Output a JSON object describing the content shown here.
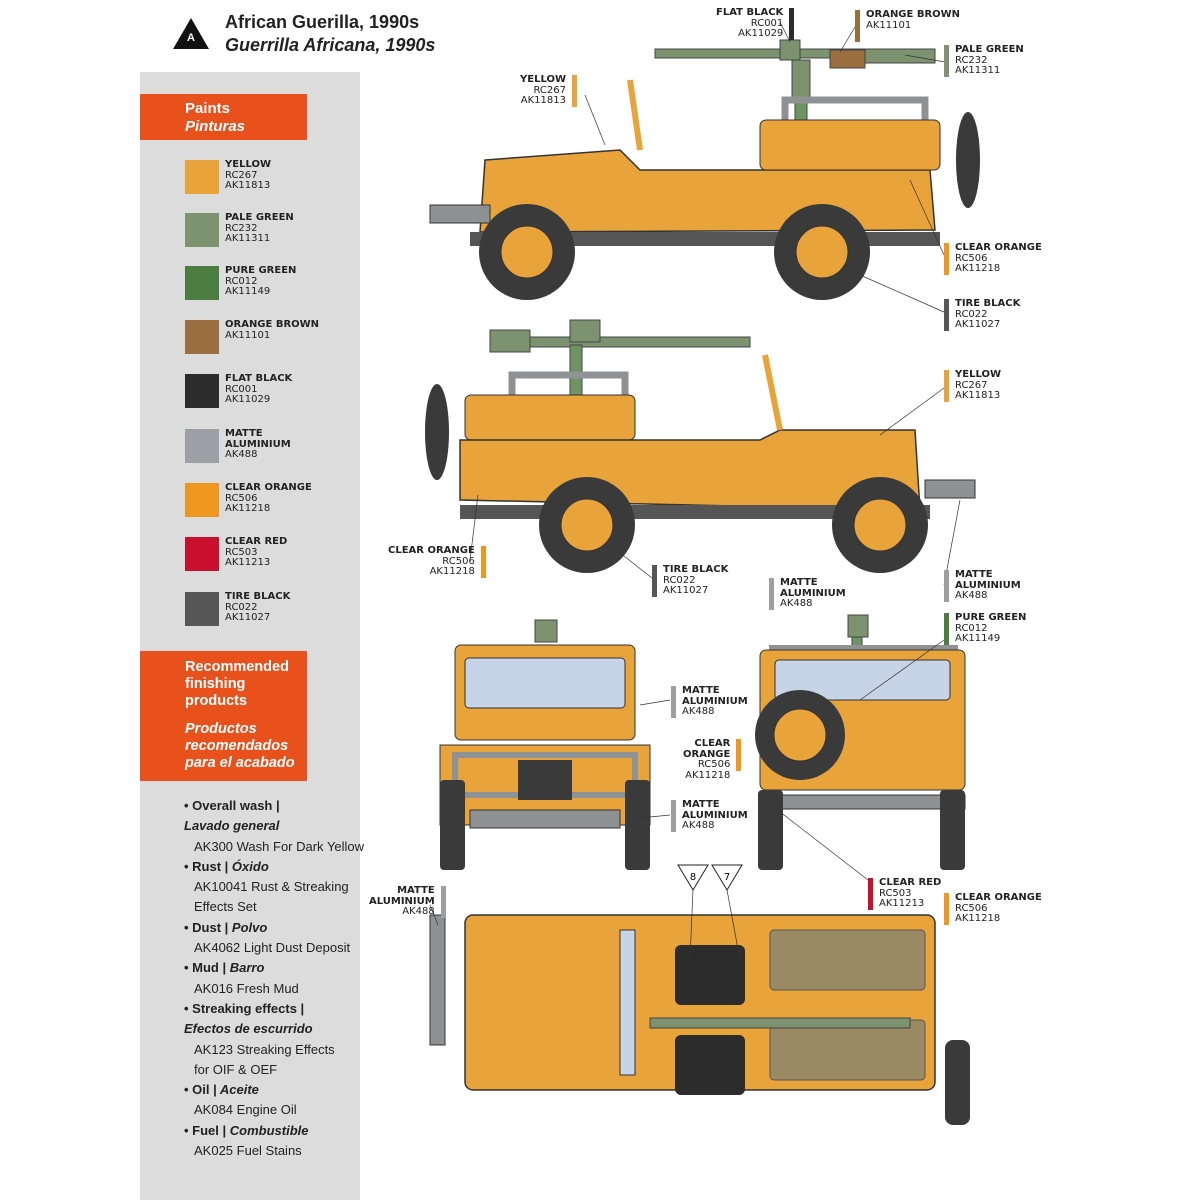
{
  "header": {
    "marker_letter": "A",
    "title": "African Guerilla, 1990s",
    "subtitle": "Guerrilla Africana, 1990s"
  },
  "paints": {
    "heading_en": "Paints",
    "heading_es": "Pinturas",
    "items": [
      {
        "name": "YELLOW",
        "codes": [
          "RC267",
          "AK11813"
        ],
        "color": "#e8a33a"
      },
      {
        "name": "PALE GREEN",
        "codes": [
          "RC232",
          "AK11311"
        ],
        "color": "#7d9370"
      },
      {
        "name": "PURE GREEN",
        "codes": [
          "RC012",
          "AK11149"
        ],
        "color": "#4a7d3f"
      },
      {
        "name": "ORANGE BROWN",
        "codes": [
          "AK11101"
        ],
        "color": "#9a6e3e"
      },
      {
        "name": "FLAT BLACK",
        "codes": [
          "RC001",
          "AK11029"
        ],
        "color": "#2c2c2c"
      },
      {
        "name": "MATTE ALUMINIUM",
        "codes": [
          "AK488"
        ],
        "color": "#9c9fa3"
      },
      {
        "name": "CLEAR ORANGE",
        "codes": [
          "RC506",
          "AK11218"
        ],
        "color": "#ee961d"
      },
      {
        "name": "CLEAR RED",
        "codes": [
          "RC503",
          "AK11213"
        ],
        "color": "#c8102e"
      },
      {
        "name": "TIRE BLACK",
        "codes": [
          "RC022",
          "AK11027"
        ],
        "color": "#565656"
      }
    ]
  },
  "finishing": {
    "heading_en": "Recommended finishing products",
    "heading_es": "Productos recomendados para el acabado",
    "items": [
      {
        "en": "Overall wash",
        "es": "Lavado general",
        "products": [
          "AK300 Wash For Dark Yellow"
        ]
      },
      {
        "en": "Rust",
        "es": "Óxido",
        "products": [
          "AK10041 Rust & Streaking",
          "Effects Set"
        ]
      },
      {
        "en": "Dust",
        "es": "Polvo",
        "products": [
          "AK4062 Light Dust Deposit"
        ]
      },
      {
        "en": "Mud",
        "es": "Barro",
        "products": [
          "AK016 Fresh Mud"
        ]
      },
      {
        "en": "Streaking effects",
        "es": "Efectos de escurrido",
        "products": [
          "AK123 Streaking Effects",
          "for OIF & OEF"
        ]
      },
      {
        "en": "Oil",
        "es": "Aceite",
        "products": [
          "AK084 Engine Oil"
        ]
      },
      {
        "en": "Fuel",
        "es": "Combustible",
        "products": [
          "AK025 Fuel Stains"
        ]
      }
    ]
  },
  "callouts": {
    "flat_black_top": {
      "name": "FLAT BLACK",
      "codes": [
        "RC001",
        "AK11029"
      ],
      "color": "#2c2c2c"
    },
    "orange_brown_top": {
      "name": "ORANGE BROWN",
      "codes": [
        "AK11101"
      ],
      "color": "#9a6e3e"
    },
    "pale_green_top": {
      "name": "PALE GREEN",
      "codes": [
        "RC232",
        "AK11311"
      ],
      "color": "#7d9370"
    },
    "yellow_top": {
      "name": "YELLOW",
      "codes": [
        "RC267",
        "AK11813"
      ],
      "color": "#e8a33a"
    },
    "clear_orange_1": {
      "name": "CLEAR ORANGE",
      "codes": [
        "RC506",
        "AK11218"
      ],
      "color": "#ee961d"
    },
    "tire_black_1": {
      "name": "TIRE BLACK",
      "codes": [
        "RC022",
        "AK11027"
      ],
      "color": "#565656"
    },
    "yellow_2": {
      "name": "YELLOW",
      "codes": [
        "RC267",
        "AK11813"
      ],
      "color": "#e8a33a"
    },
    "clear_orange_2": {
      "name": "CLEAR ORANGE",
      "codes": [
        "RC506",
        "AK11218"
      ],
      "color": "#ee961d"
    },
    "tire_black_2": {
      "name": "TIRE BLACK",
      "codes": [
        "RC022",
        "AK11027"
      ],
      "color": "#565656"
    },
    "matte_alu_2": {
      "name": "MATTE ALUMINIUM",
      "codes": [
        "AK488"
      ],
      "color": "#9c9fa3"
    },
    "matte_alu_3": {
      "name": "MATTE ALUMINIUM",
      "codes": [
        "AK488"
      ],
      "color": "#9c9fa3"
    },
    "pure_green_3": {
      "name": "PURE GREEN",
      "codes": [
        "RC012",
        "AK11149"
      ],
      "color": "#4a7d3f"
    },
    "matte_alu_front_1": {
      "name": "MATTE ALUMINIUM",
      "codes": [
        "AK488"
      ],
      "color": "#9c9fa3"
    },
    "clear_orange_front": {
      "name": "CLEAR ORANGE",
      "codes": [
        "RC506",
        "AK11218"
      ],
      "color": "#ee961d"
    },
    "matte_alu_front_2": {
      "name": "MATTE ALUMINIUM",
      "codes": [
        "AK488"
      ],
      "color": "#9c9fa3"
    },
    "clear_red_rear": {
      "name": "CLEAR RED",
      "codes": [
        "RC503",
        "AK11213"
      ],
      "color": "#c8102e"
    },
    "clear_orange_rear": {
      "name": "CLEAR ORANGE",
      "codes": [
        "RC506",
        "AK11218"
      ],
      "color": "#ee961d"
    },
    "matte_alu_top": {
      "name": "MATTE ALUMINIUM",
      "codes": [
        "AK488"
      ],
      "color": "#9c9fa3"
    }
  },
  "decal_markers": [
    "8",
    "7"
  ],
  "colors": {
    "body_yellow": "#e8a33a",
    "accent_orange": "#e8501c",
    "panel_gray": "#dcdcdc",
    "steel_gray": "#8e9295",
    "tire": "#3a3a3a",
    "gun_green": "#7d9370"
  }
}
